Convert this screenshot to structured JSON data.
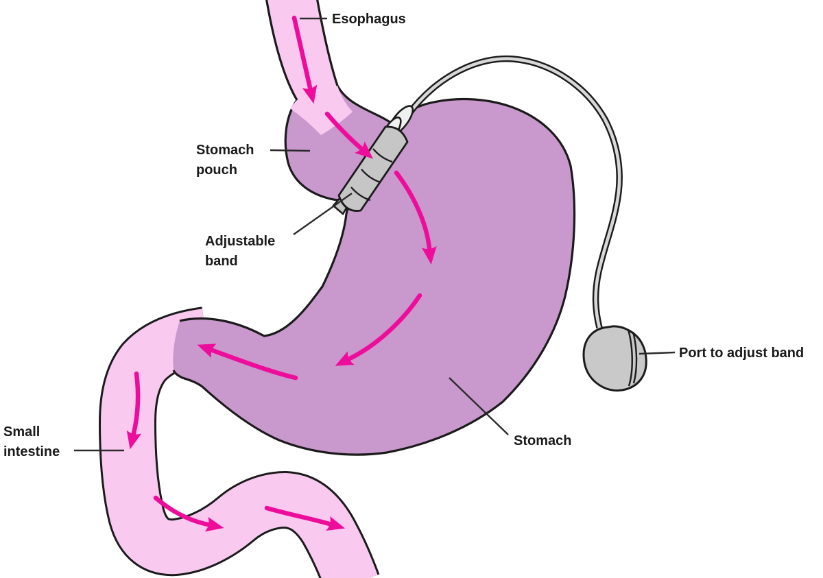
{
  "labels": {
    "esophagus": {
      "l1": "Esophagus"
    },
    "stomach_pouch": {
      "l1": "Stomach",
      "l2": "pouch"
    },
    "adjustable_band": {
      "l1": "Adjustable",
      "l2": "band"
    },
    "small_intestine": {
      "l1": "Small",
      "l2": "intestine"
    },
    "stomach": {
      "l1": "Stomach"
    },
    "port": {
      "l1": "Port to adjust band"
    }
  },
  "colors": {
    "organ_purple": "#c998cd",
    "tube_pink": "#f9c9ef",
    "outline": "#1b1b1b",
    "arrow_magenta": "#ee0d9b",
    "band_gray": "#c6c6c6",
    "band_light": "#f0f0f0",
    "catheter_gray": "#d8d8d8",
    "port_gray": "#c9c9c9",
    "leader_line": "#2b2b2b",
    "background": "#ffffff"
  }
}
